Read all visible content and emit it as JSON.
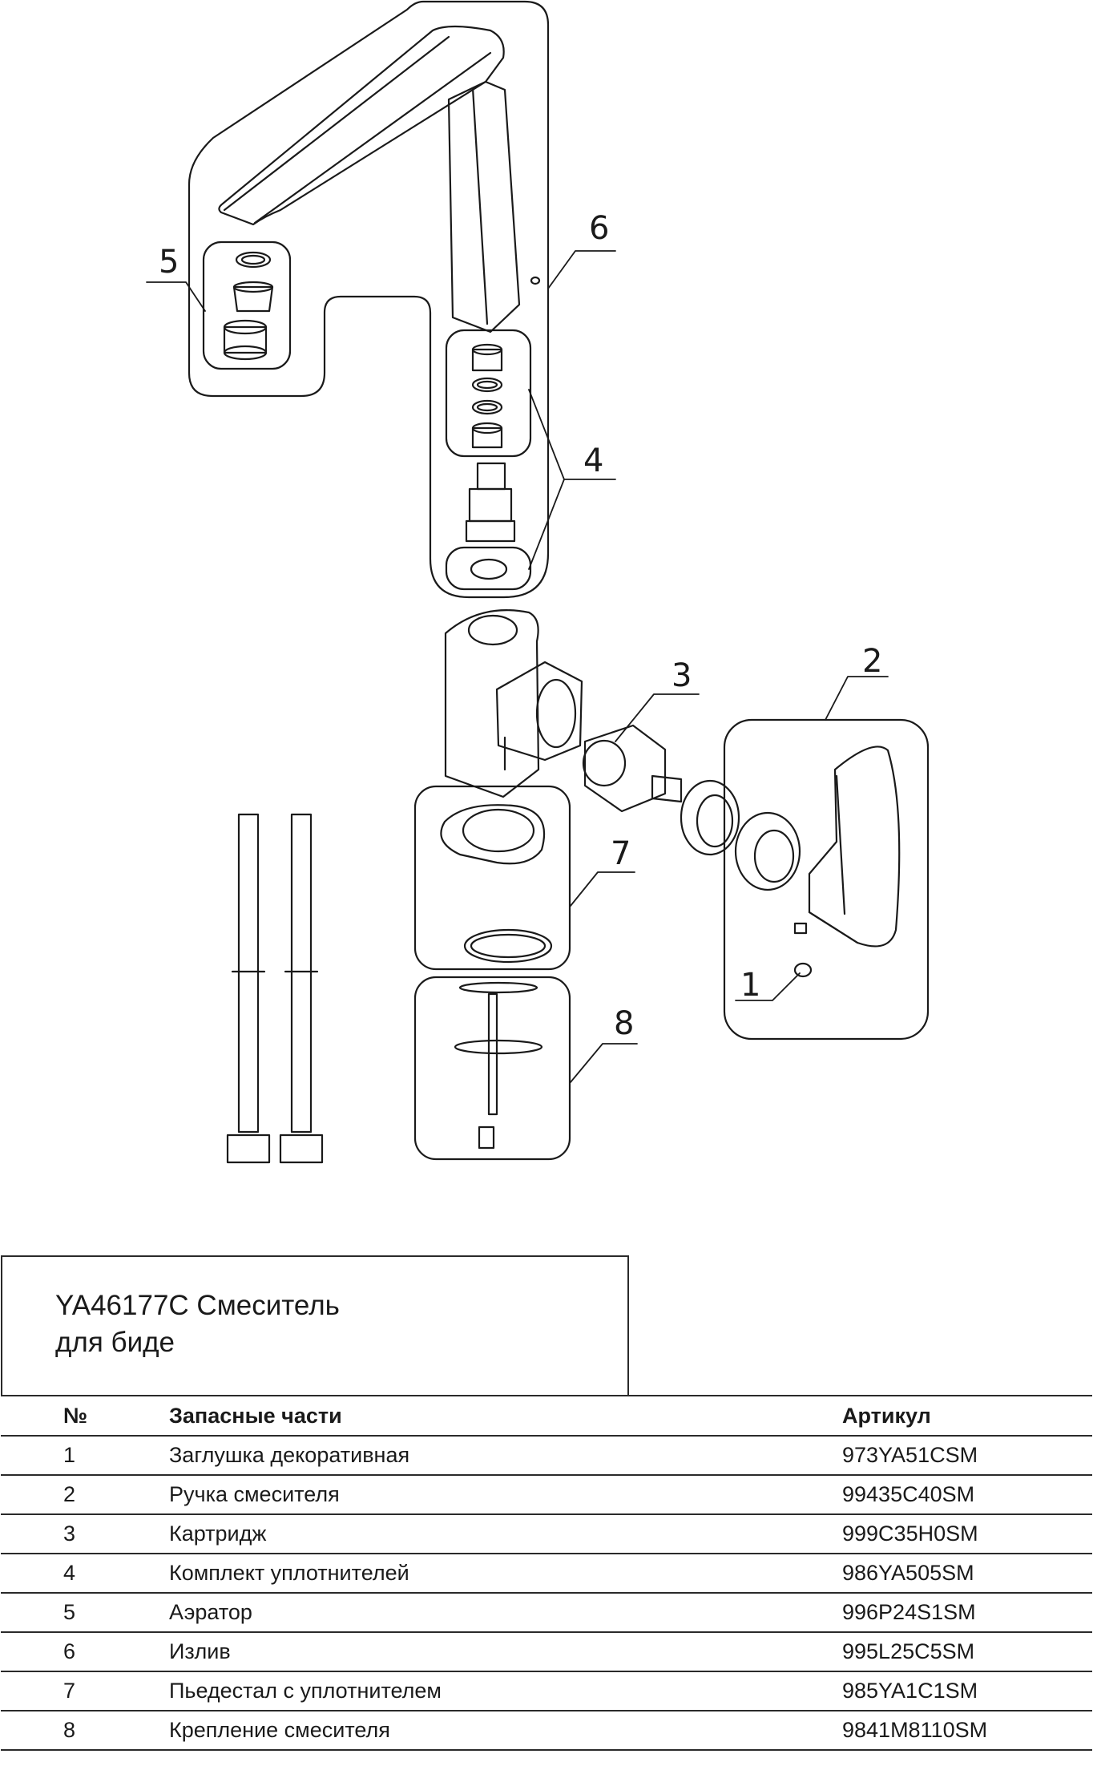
{
  "callouts": {
    "c1": "1",
    "c2": "2",
    "c3": "3",
    "c4": "4",
    "c5": "5",
    "c6": "6",
    "c7": "7",
    "c8": "8"
  },
  "title": {
    "line1": "YA46177C Смеситель",
    "line2": "для биде"
  },
  "table": {
    "headers": {
      "num": "№",
      "part": "Запасные части",
      "sku": "Артикул"
    },
    "rows": [
      {
        "num": "1",
        "part": "Заглушка декоративная",
        "sku": "973YA51CSM"
      },
      {
        "num": "2",
        "part": "Ручка смесителя",
        "sku": "99435C40SM"
      },
      {
        "num": "3",
        "part": "Картридж",
        "sku": "999C35H0SM"
      },
      {
        "num": "4",
        "part": "Комплект уплотнителей",
        "sku": "986YA505SM"
      },
      {
        "num": "5",
        "part": "Аэратор",
        "sku": "996P24S1SM"
      },
      {
        "num": "6",
        "part": "Излив",
        "sku": "995L25C5SM"
      },
      {
        "num": "7",
        "part": "Пьедестал с уплотнителем",
        "sku": "985YA1C1SM"
      },
      {
        "num": "8",
        "part": "Крепление смесителя",
        "sku": "9841M8110SM"
      }
    ]
  }
}
